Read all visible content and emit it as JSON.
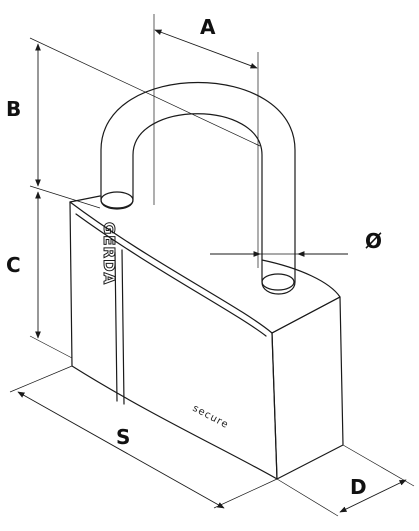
{
  "diagram": {
    "brand_text": "GERDA",
    "engraving_text": "secure",
    "dimensions": {
      "A": "A",
      "B": "B",
      "C": "C",
      "S": "S",
      "D": "D",
      "diameter": "Ø"
    }
  }
}
